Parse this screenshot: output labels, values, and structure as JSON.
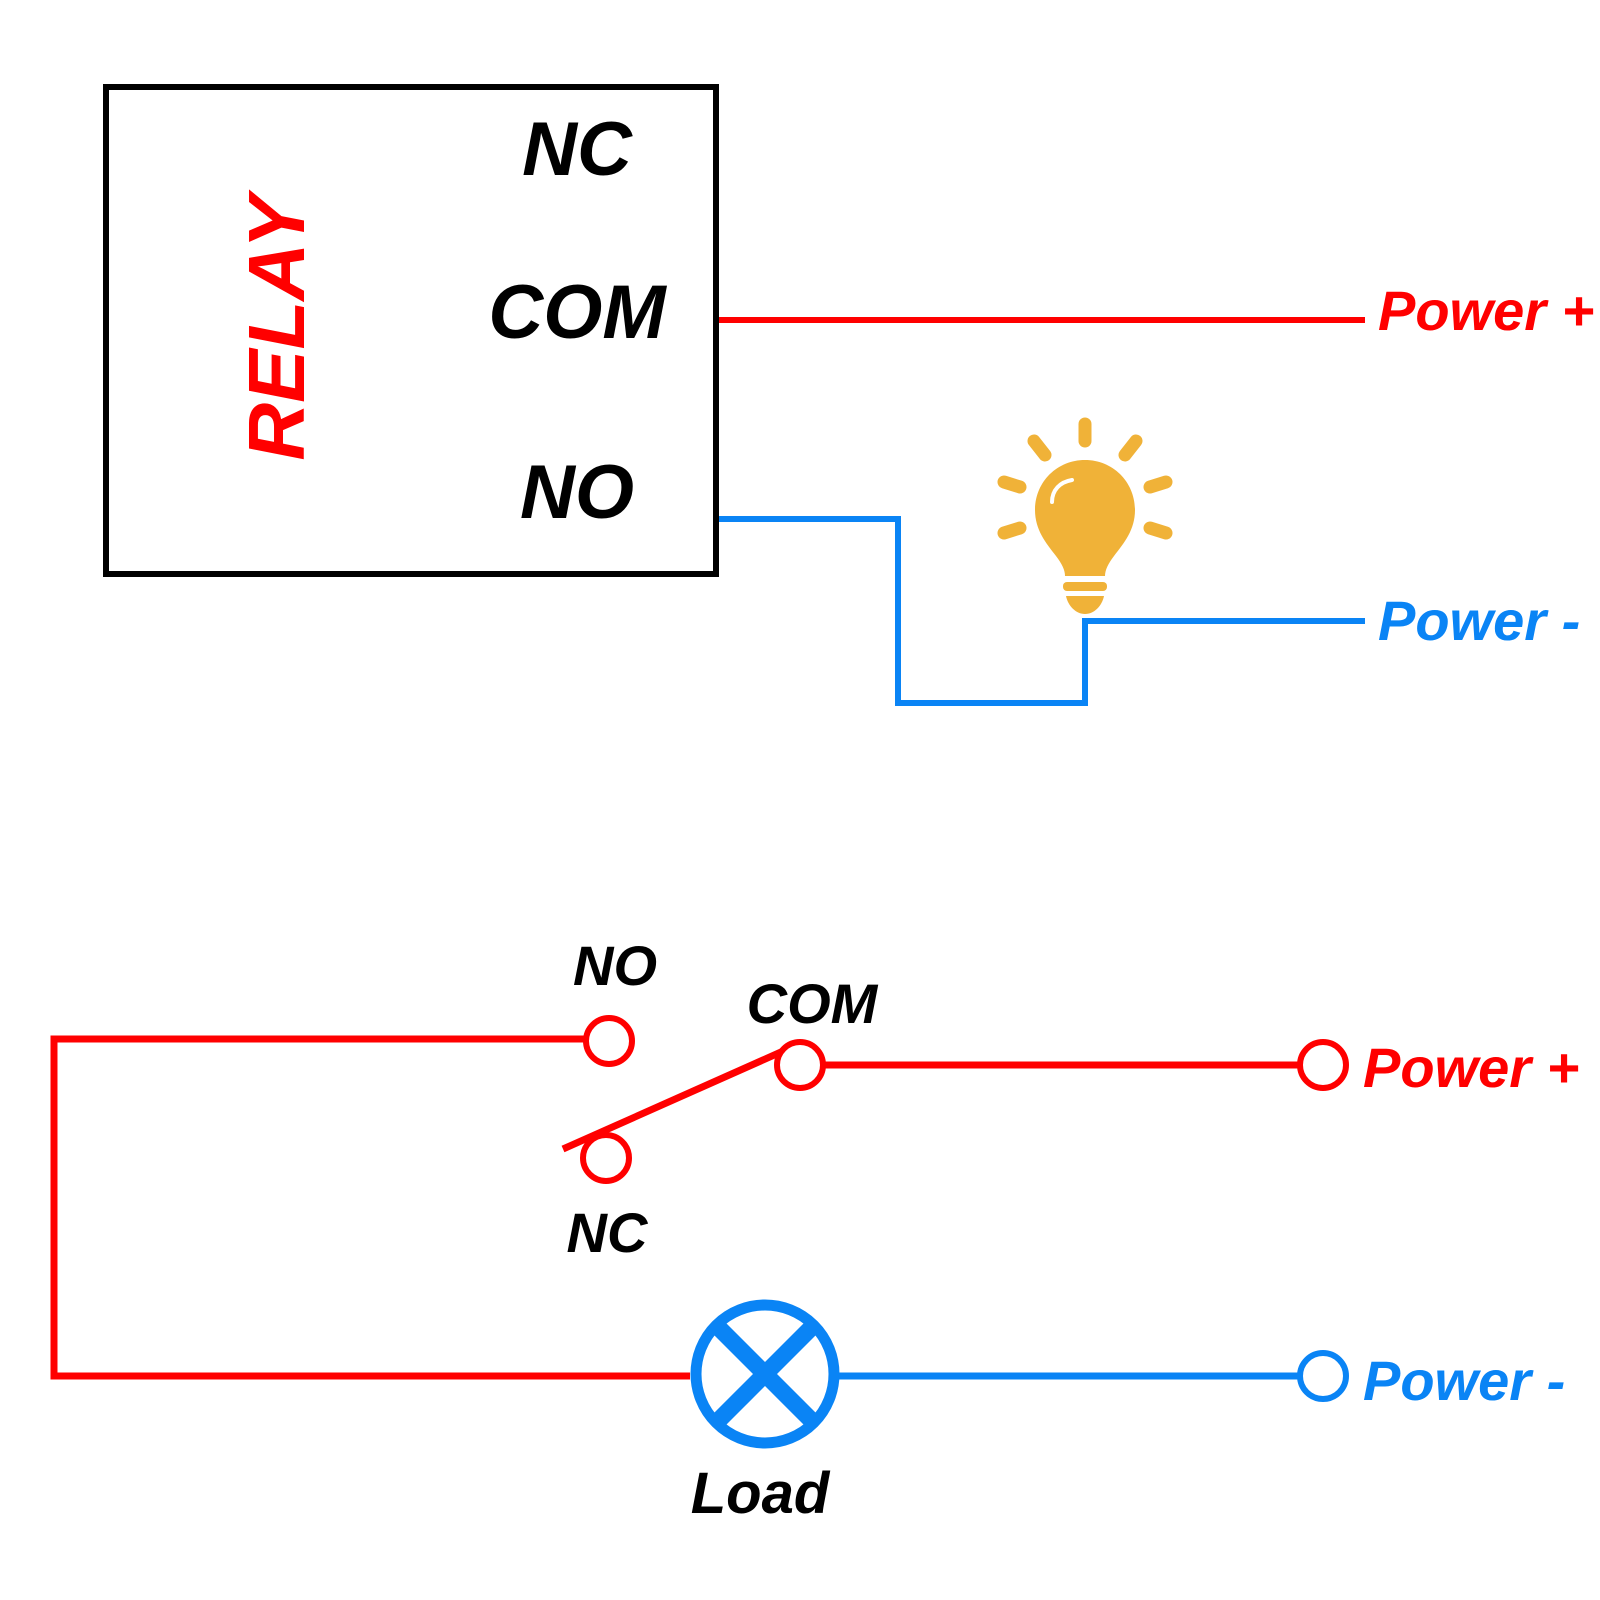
{
  "colors": {
    "positive": "#ff0000",
    "negative": "#0a84f5",
    "text": "#000000",
    "bulb": "#f0b238",
    "box": "#000000"
  },
  "top_diagram": {
    "relay_label": "RELAY",
    "terminals": {
      "nc": "NC",
      "com": "COM",
      "no": "NO"
    },
    "power_plus": "Power +",
    "power_minus": "Power -",
    "bulb_icon": "light-bulb-icon"
  },
  "bottom_diagram": {
    "switch_labels": {
      "no": "NO",
      "com": "COM",
      "nc": "NC"
    },
    "power_plus": "Power +",
    "power_minus": "Power -",
    "load_label": "Load",
    "load_icon": "lamp-symbol-icon"
  }
}
